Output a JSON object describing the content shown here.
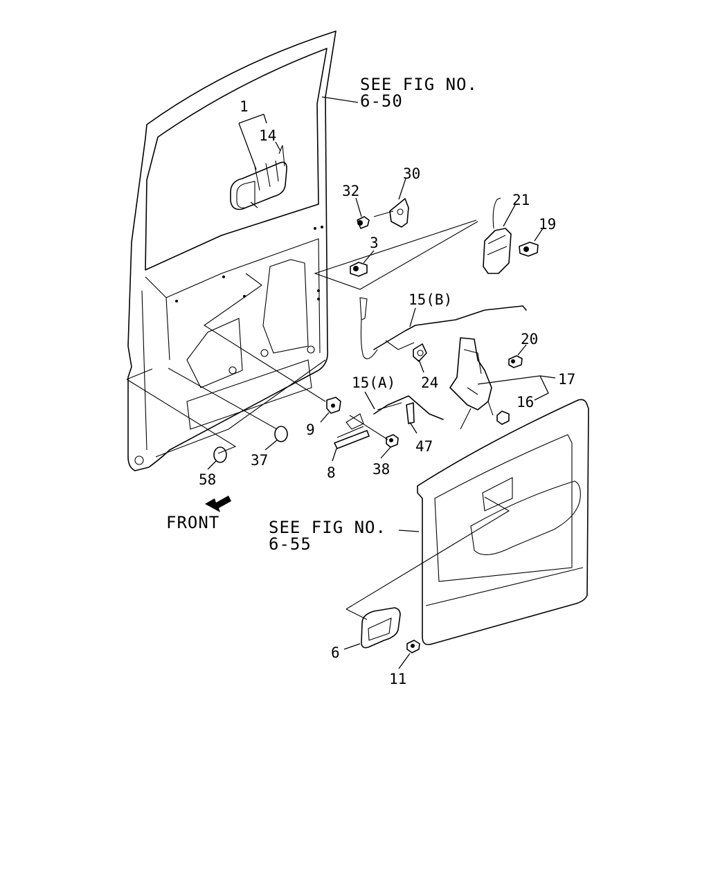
{
  "references": {
    "upper_line1": "SEE FIG NO.",
    "upper_line2": "6-50",
    "lower_line1": "SEE FIG NO.",
    "lower_line2": "6-55"
  },
  "direction_label": "FRONT",
  "callouts": {
    "c1": "1",
    "c14": "14",
    "c30": "30",
    "c32": "32",
    "c21": "21",
    "c19": "19",
    "c3": "3",
    "c15b": "15(B)",
    "c20": "20",
    "c17": "17",
    "c16": "16",
    "c24": "24",
    "c15a": "15(A)",
    "c9": "9",
    "c47": "47",
    "c38": "38",
    "c8": "8",
    "c37": "37",
    "c58": "58",
    "c6": "6",
    "c11": "11"
  }
}
